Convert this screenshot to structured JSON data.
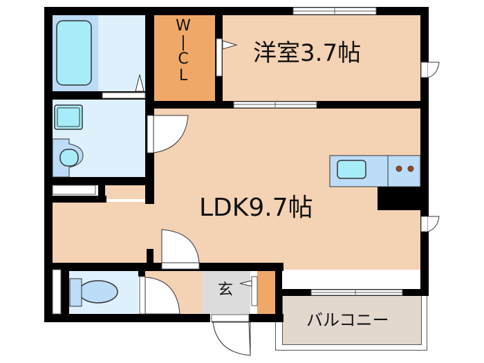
{
  "floor_plan": {
    "rooms": {
      "western_room": {
        "label": "洋室3.7帖",
        "type": "western-room",
        "size_jo": "3.7"
      },
      "ldk": {
        "label": "LDK9.7帖",
        "type": "living-dining-kitchen",
        "size_jo": "9.7"
      },
      "walk_in_closet": {
        "label_lines": [
          "W",
          "|",
          "C",
          "L"
        ],
        "type": "walk-in-closet"
      },
      "entrance": {
        "label": "玄",
        "type": "entrance"
      },
      "balcony": {
        "label": "バルコニー",
        "type": "balcony"
      },
      "bathroom": {
        "type": "bathroom"
      },
      "washroom": {
        "type": "washroom"
      },
      "toilet": {
        "type": "toilet"
      }
    },
    "fixtures": [
      "bathtub",
      "wash-basin",
      "washing-machine-pan",
      "toilet",
      "kitchen-sink",
      "stove-burners",
      "shoe-closet"
    ],
    "colors": {
      "wall": "#000000",
      "living_floor": "#f4d2b4",
      "closet": "#f0a868",
      "wet_area": "#ddf0fc",
      "bath_blue": "#bcdcf8",
      "fixture_cyan": "#a8ecfa",
      "entrance_gray": "#dcdcdc",
      "balcony": "#e2d8ce",
      "burner": "#9a4a18"
    }
  }
}
